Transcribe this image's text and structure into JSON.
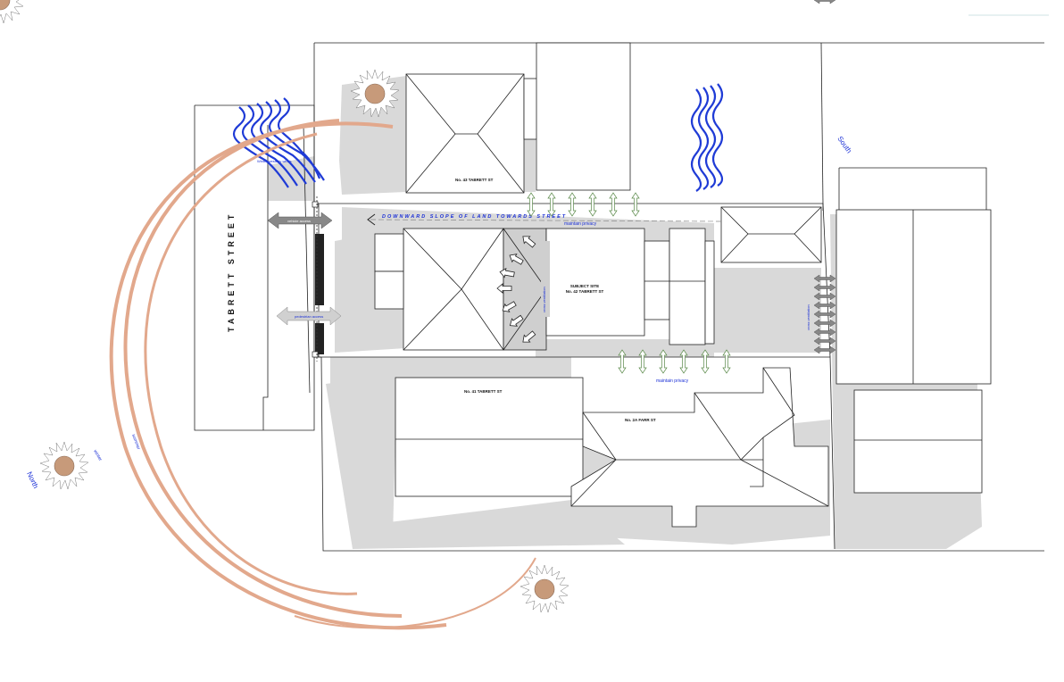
{
  "labels": {
    "street": "TABRETT STREET",
    "no43": "No. 43 TABRETT ST",
    "no41": "No. 41 TABRETT ST",
    "no2a": "No. 2A FARR ST",
    "subject_line1": "SUBJECT SITE",
    "subject_line2": "No. 42 TABRETT ST",
    "slope": "DOWNWARD SLOPE OF LAND TOWARDS STREET",
    "privacy_top": "maintain privacy",
    "privacy_bottom": "maintain privacy",
    "vehicle": "vehicle access",
    "pedestrian": "pedestrian access",
    "cross": "cross ventilation",
    "wind_note": "Winter westerly winds",
    "north": "North",
    "south": "South",
    "winter": "winter",
    "summer": "summer"
  },
  "colors": {
    "shadow": "#d9d9d9",
    "wind": "#1f3bd6",
    "sun_path": "#e2a88c",
    "privacy_arrow": "#5b8a4a",
    "access_arrow": "#888888"
  },
  "icons": [
    "sun-icon",
    "wind-icon",
    "arrow-icon"
  ]
}
